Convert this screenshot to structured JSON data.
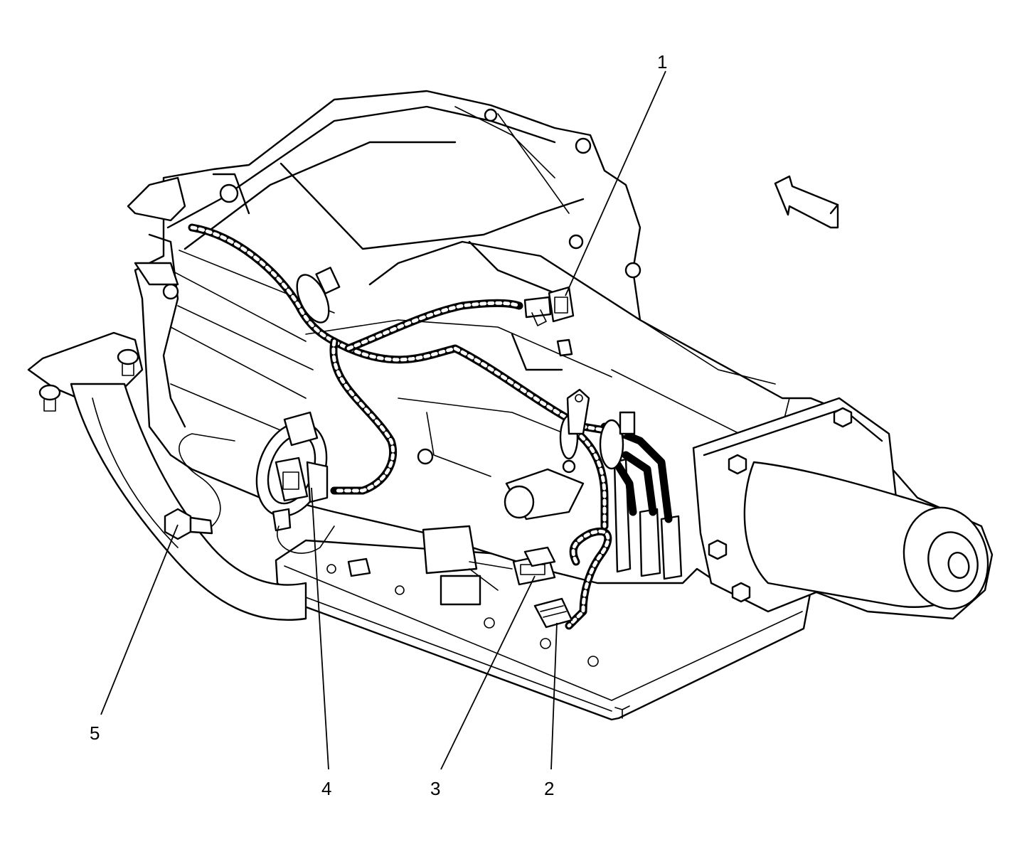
{
  "callouts": [
    {
      "id": "1",
      "label": "1"
    },
    {
      "id": "2",
      "label": "2"
    },
    {
      "id": "3",
      "label": "3"
    },
    {
      "id": "4",
      "label": "4"
    },
    {
      "id": "5",
      "label": "5"
    }
  ],
  "icons": {
    "direction_arrow": "front-direction-arrow-icon"
  }
}
